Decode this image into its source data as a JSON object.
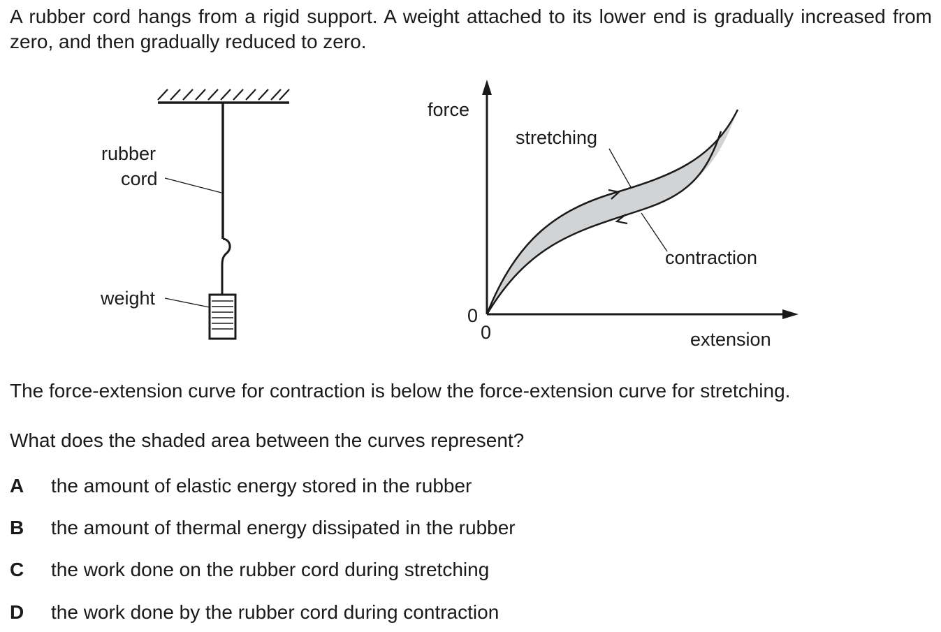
{
  "question": {
    "intro": "A rubber cord hangs from a rigid support. A weight attached to its lower end is gradually increased from zero, and then gradually reduced to zero.",
    "statement": "The force-extension curve for contraction is below the force-extension curve for stretching.",
    "prompt": "What does the shaded area between the curves represent?",
    "options": [
      {
        "letter": "A",
        "text": "the amount of elastic energy stored in the rubber"
      },
      {
        "letter": "B",
        "text": "the amount of thermal energy dissipated in the rubber"
      },
      {
        "letter": "C",
        "text": "the work done on the rubber cord during stretching"
      },
      {
        "letter": "D",
        "text": "the work done by the rubber cord during contraction"
      }
    ]
  },
  "diagram": {
    "label_rubber": "rubber",
    "label_cord": "cord",
    "label_weight": "weight"
  },
  "graph": {
    "y_label": "force",
    "x_label": "extension",
    "origin_y": "0",
    "origin_x": "0",
    "label_stretching": "stretching",
    "label_contraction": "contraction",
    "shade_color": "#d2d3d5",
    "line_color": "#1a1a1a"
  }
}
